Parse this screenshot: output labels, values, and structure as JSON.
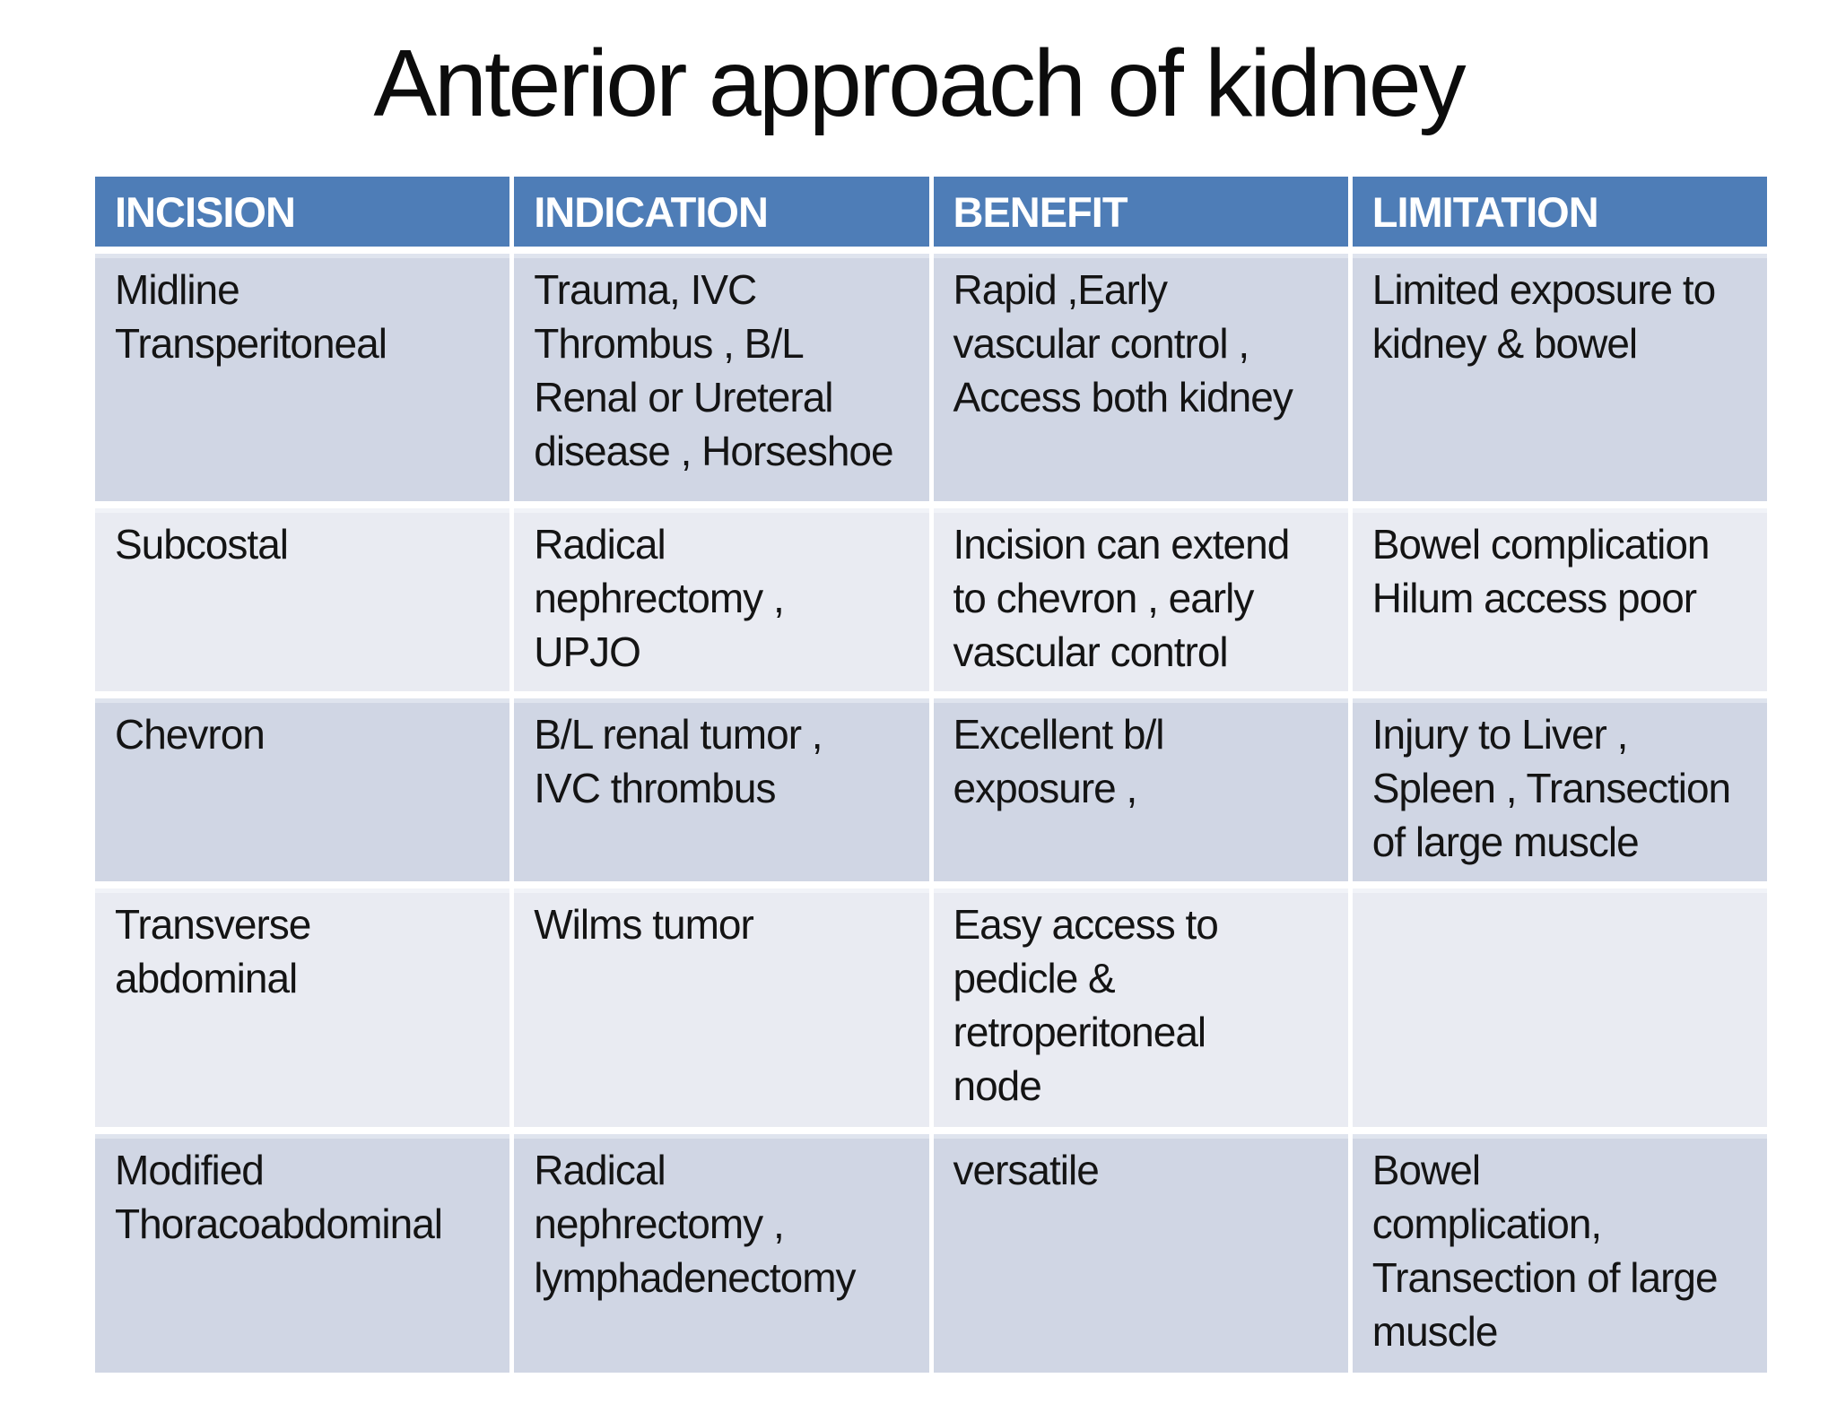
{
  "slide": {
    "title": "Anterior approach of kidney"
  },
  "colors": {
    "header_bg": "#4e7db7",
    "header_text": "#ffffff",
    "band_dark": "#d0d6e4",
    "band_light": "#e9ebf2",
    "body_text": "#141414",
    "page_bg": "#ffffff"
  },
  "table": {
    "headers": [
      "INCISION",
      "INDICATION",
      "BENEFIT",
      "LIMITATION"
    ],
    "rows": [
      {
        "incision": "Midline\nTransperitoneal",
        "indication": "Trauma, IVC\nThrombus , B/L\nRenal or Ureteral\ndisease , Horseshoe",
        "benefit": "Rapid ,Early\nvascular control ,\nAccess both kidney",
        "limitation": "Limited exposure to\nkidney & bowel"
      },
      {
        "incision": "Subcostal",
        "indication": "Radical\nnephrectomy ,\nUPJO",
        "benefit": "Incision can extend\nto chevron , early\nvascular control",
        "limitation": "Bowel complication\nHilum access poor"
      },
      {
        "incision": "Chevron",
        "indication": "B/L renal tumor ,\nIVC thrombus",
        "benefit": "Excellent  b/l\nexposure ,",
        "limitation": "Injury to Liver ,\nSpleen , Transection\nof large muscle"
      },
      {
        "incision": "Transverse\nabdominal",
        "indication": "Wilms tumor",
        "benefit": "Easy access to\npedicle &\nretroperitoneal\nnode",
        "limitation": ""
      },
      {
        "incision": "Modified\nThoracoabdominal",
        "indication": "Radical\nnephrectomy ,\nlymphadenectomy",
        "benefit": "versatile",
        "limitation": "Bowel\ncomplication,\nTransection of large\nmuscle"
      }
    ]
  }
}
